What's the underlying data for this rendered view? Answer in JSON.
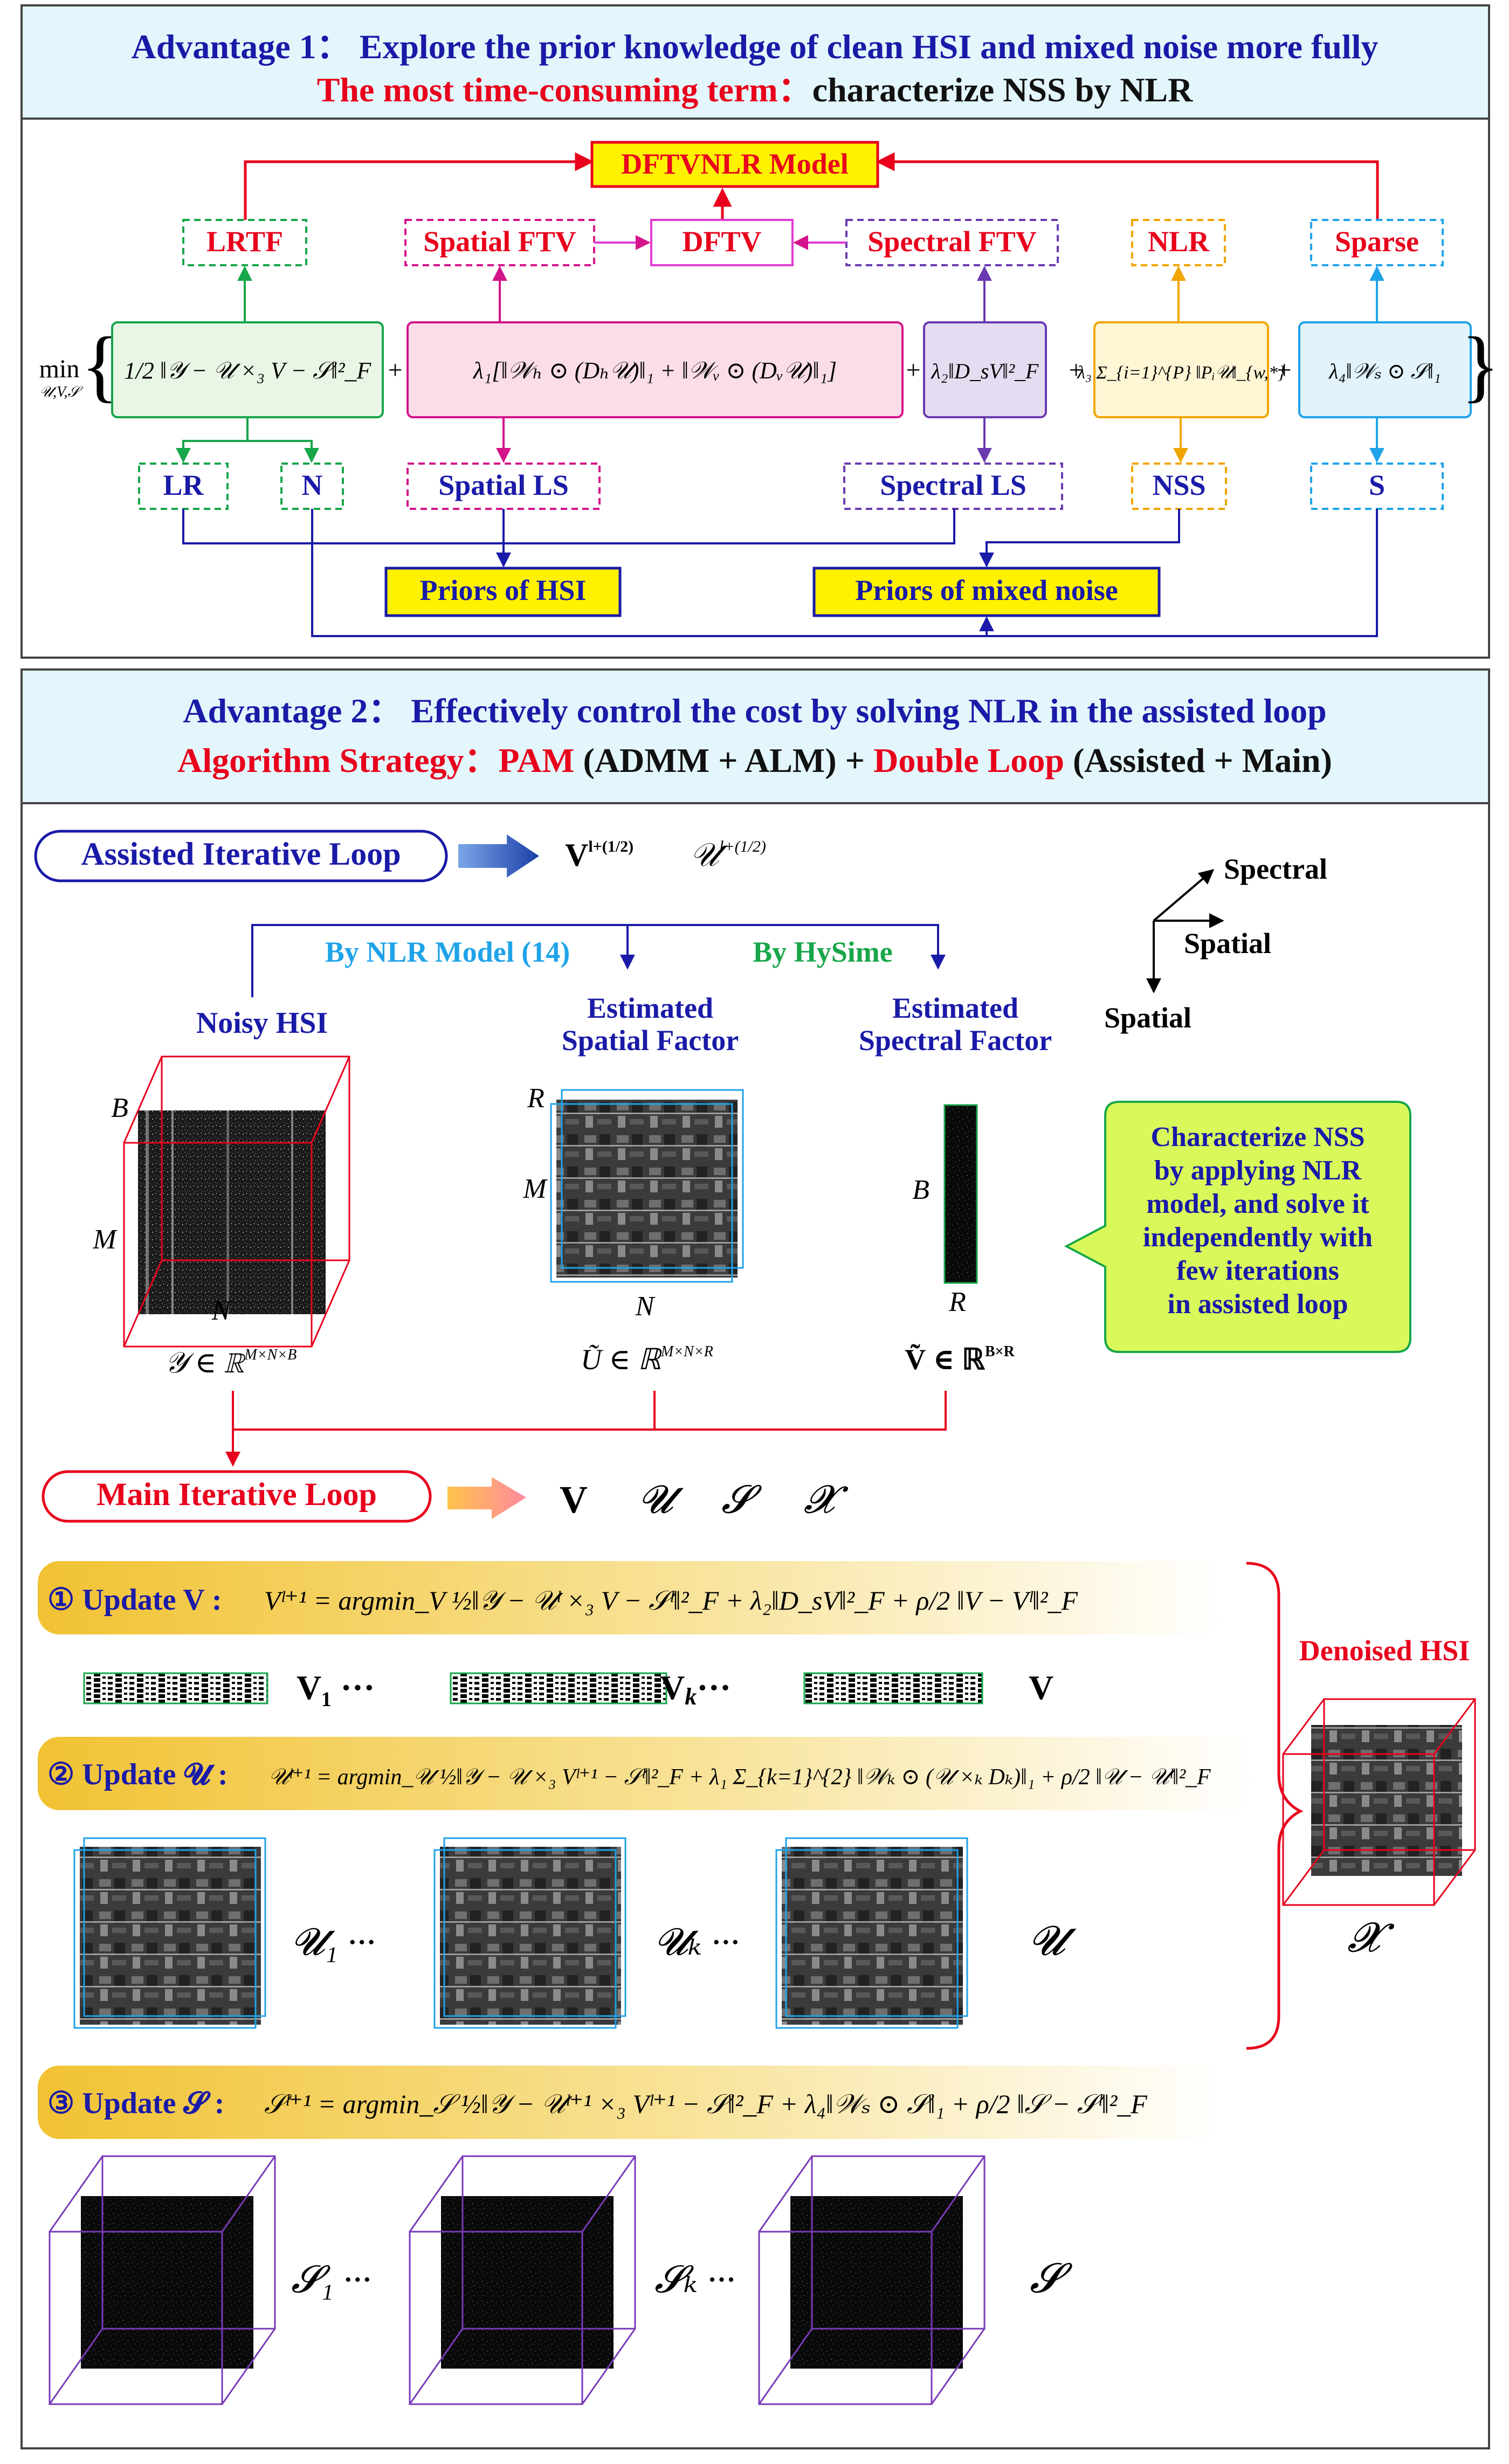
{
  "panel1": {
    "header_line1": "Advantage 1：  Explore the prior knowledge of clean HSI and mixed noise more fully",
    "header_line2_red": "The most time-consuming term：",
    "header_line2_black": "characterize NSS by NLR",
    "model": "DFTVNLR Model",
    "lrtf": "LRTF",
    "spatial_ftv": "Spatial FTV",
    "dftv": "DFTV",
    "spectral_ftv": "Spectral FTV",
    "nlr": "NLR",
    "sparse": "Sparse",
    "min_op": "min",
    "min_sub": "𝒰,V,𝒮",
    "term1": "1/2 ‖𝒴 − 𝒰 ×₃ V − 𝒮‖²_F",
    "term2": "λ₁[‖𝒲ₕ ⊙ (Dₕ𝒰)‖₁ + ‖𝒲ᵥ ⊙ (Dᵥ𝒰)‖₁]",
    "term3": "λ₂‖D_sV‖²_F",
    "term4": "λ₃ Σ_{i=1}^{P} ‖Pᵢ𝒰‖_{w,*}",
    "term5": "λ₄‖𝒲ₛ ⊙ 𝒮‖₁",
    "lr": "LR",
    "n": "N",
    "spatial_ls": "Spatial LS",
    "spectral_ls": "Spectral LS",
    "nss": "NSS",
    "s": "S",
    "priors_hsi": "Priors of HSI",
    "priors_noise": "Priors of mixed noise"
  },
  "panel2": {
    "header_line1": "Advantage 2：  Effectively control the cost by solving NLR in the assisted loop",
    "header_line2_red1": "Algorithm Strategy：",
    "header_line2_red2": "PAM",
    "header_line2_black1": " (ADMM + ALM) + ",
    "header_line2_red3": "Double Loop",
    "header_line2_black2": " (Assisted + Main)",
    "assisted_loop": "Assisted Iterative Loop",
    "assisted_out_v": "V",
    "assisted_out_v_sup": "l+(1/2)",
    "assisted_out_u": "𝒰",
    "assisted_out_u_sup": "l+(1/2)",
    "by_nlr": "By NLR Model (14)",
    "by_hysime": "By HySime",
    "axis_spectral": "Spectral",
    "axis_spatial_h": "Spatial",
    "axis_spatial_v": "Spatial",
    "noisy_hsi": "Noisy HSI",
    "est_spatial_1": "Estimated",
    "est_spatial_2": "Spatial Factor",
    "est_spectral_1": "Estimated",
    "est_spectral_2": "Spectral Factor",
    "dim_b": "B",
    "dim_m": "M",
    "dim_n": "N",
    "dim_r": "R",
    "y_def": "𝒴 ∈ ℝ",
    "y_sup": "M×N×B",
    "u_def": "Ũ ∈ ℝ",
    "u_sup": "M×N×R",
    "v_def": "Ṽ ∈ ℝ",
    "v_sup": "B×R",
    "callout": [
      "Characterize NSS",
      "by applying NLR",
      "model, and solve it",
      "independently with",
      "few iterations",
      "in assisted loop"
    ],
    "main_loop": "Main Iterative Loop",
    "main_out": [
      "V",
      "𝓤",
      "𝓢",
      "𝓧"
    ],
    "upd1_label": "① Update  V  :",
    "upd1_eq": "Vˡ⁺¹ = argmin_V ½‖𝒴 − 𝒰ˡ ×₃ V − 𝒮ˡ‖²_F + λ₂‖D_sV‖²_F + ρ/2 ‖V − Vˡ‖²_F",
    "upd2_label": "② Update  𝓤  :",
    "upd2_eq": "𝒰ˡ⁺¹ = argmin_𝒰 ½‖𝒴 − 𝒰 ×₃ Vˡ⁺¹ − 𝒮ˡ‖²_F + λ₁ Σ_{k=1}^{2} ‖𝒲ₖ ⊙ (𝒰 ×ₖ Dₖ)‖₁ + ρ/2 ‖𝒰 − 𝒰ˡ‖²_F",
    "upd3_label": "③ Update  𝓢  :",
    "upd3_eq": "𝒮ˡ⁺¹ = argmin_𝒮 ½‖𝒴 − 𝒰ˡ⁺¹ ×₃ Vˡ⁺¹ − 𝒮‖²_F + λ₄‖𝒲ₛ ⊙ 𝒮‖₁ + ρ/2 ‖𝒮 − 𝒮ˡ‖²_F",
    "v_seq": [
      "V₁ ···",
      "V",
      "···",
      "V"
    ],
    "u_seq": [
      "𝓤₁ ···",
      "𝓤ₖ ···",
      "𝓤"
    ],
    "s_seq": [
      "𝓢₁ ···",
      "𝓢ₖ ···",
      "𝓢"
    ],
    "denoised": "Denoised HSI",
    "x_label": "𝓧"
  },
  "colors": {
    "header_bg": "#e3f6fb",
    "red": "#e8001c",
    "blue_text": "#1a1aa8",
    "cyan_text": "#1fa3e8",
    "green_text": "#17a64a",
    "yellow": "#fff200",
    "gold_bar": "#f3cc3e"
  }
}
